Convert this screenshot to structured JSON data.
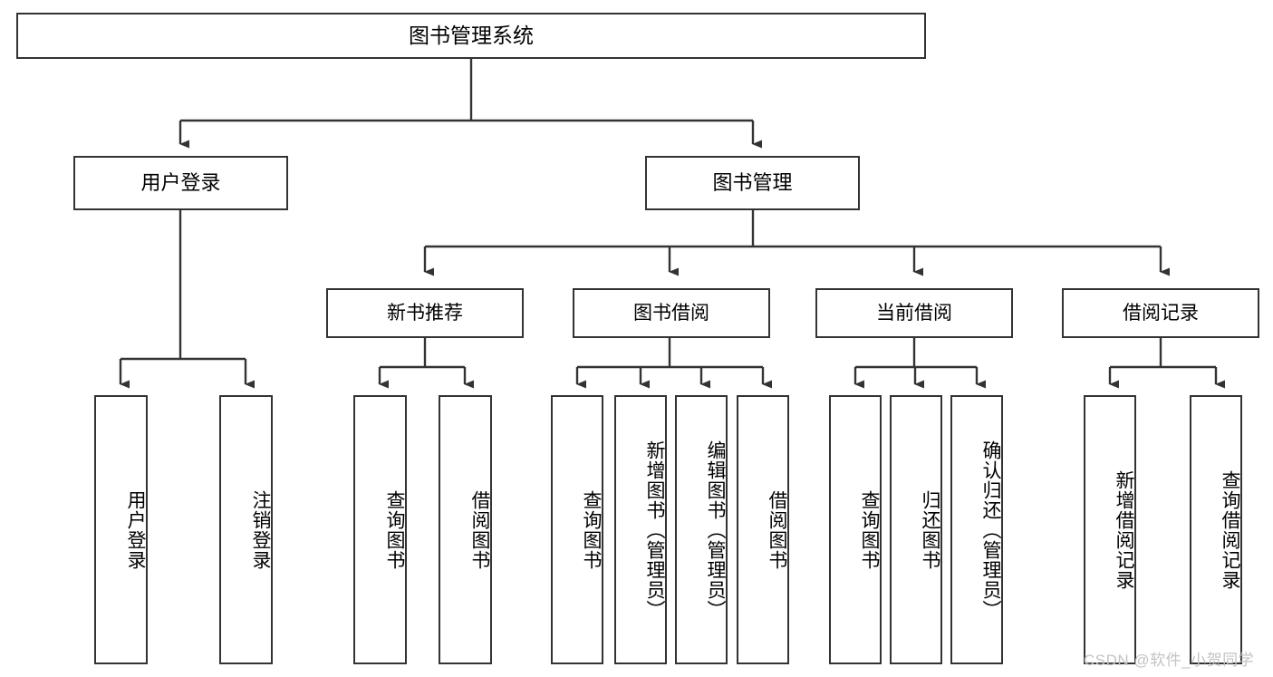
{
  "diagram": {
    "title": "图书管理系统",
    "type": "hierarchy-tree",
    "root": {
      "id": "root",
      "label": "图书管理系统"
    },
    "level2": [
      {
        "id": "user-login",
        "label": "用户登录"
      },
      {
        "id": "book-management",
        "label": "图书管理"
      }
    ],
    "level3": [
      {
        "id": "new-book-recommend",
        "label": "新书推荐",
        "parent": "book-management"
      },
      {
        "id": "book-borrow",
        "label": "图书借阅",
        "parent": "book-management"
      },
      {
        "id": "current-borrow",
        "label": "当前借阅",
        "parent": "book-management"
      },
      {
        "id": "borrow-record",
        "label": "借阅记录",
        "parent": "book-management"
      }
    ],
    "leaves": [
      {
        "id": "leaf-user-login",
        "label": "用户登录",
        "parent": "user-login"
      },
      {
        "id": "leaf-logout-login",
        "label": "注销登录",
        "parent": "user-login"
      },
      {
        "id": "leaf-query-book-1",
        "label": "查询图书",
        "parent": "new-book-recommend"
      },
      {
        "id": "leaf-borrow-book-1",
        "label": "借阅图书",
        "parent": "new-book-recommend"
      },
      {
        "id": "leaf-query-book-2",
        "label": "查询图书",
        "parent": "book-borrow"
      },
      {
        "id": "leaf-add-book",
        "label": "新增图书（管理员）",
        "parent": "book-borrow"
      },
      {
        "id": "leaf-edit-book",
        "label": "编辑图书（管理员）",
        "parent": "book-borrow"
      },
      {
        "id": "leaf-borrow-book-2",
        "label": "借阅图书",
        "parent": "book-borrow"
      },
      {
        "id": "leaf-query-book-3",
        "label": "查询图书",
        "parent": "current-borrow"
      },
      {
        "id": "leaf-return-book",
        "label": "归还图书",
        "parent": "current-borrow"
      },
      {
        "id": "leaf-confirm-return",
        "label": "确认归还（管理员）",
        "parent": "current-borrow"
      },
      {
        "id": "leaf-add-record",
        "label": "新增借阅记录",
        "parent": "borrow-record"
      },
      {
        "id": "leaf-query-record",
        "label": "查询借阅记录",
        "parent": "borrow-record"
      }
    ]
  },
  "watermark": {
    "text": "CSDN @软件_小贺同学"
  },
  "colors": {
    "border": "#333333",
    "background": "#ffffff",
    "text": "#000000",
    "watermark": "#c3c3c3"
  }
}
